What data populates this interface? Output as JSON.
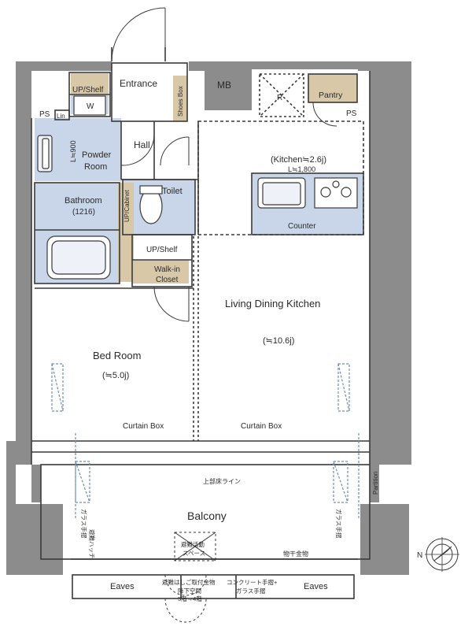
{
  "rooms": {
    "entrance": "Entrance",
    "mb": "MB",
    "pantry": "Pantry",
    "ps_left": "PS",
    "ps_right": "PS",
    "up_shelf_top": "UP/Shelf",
    "w": "W",
    "lin": "Lin",
    "shoes_box": "Shoes Box",
    "refrigerator": "R",
    "powder_room": "Powder",
    "powder_room_2": "Room",
    "powder_length": "L≒900",
    "hall": "Hall",
    "kitchen": "(Kitchen≒2.6j)",
    "kitchen_length": "L≒1,800",
    "toilet": "Toilet",
    "cabinet": "UP/Cabinet",
    "bathroom": "Bathroom",
    "bathroom_size": "(1216)",
    "counter": "Counter",
    "up_shelf_closet": "UP/Shelf",
    "walk_in": "Walk-in",
    "closet": "Closet",
    "ldk": "Living Dining Kitchen",
    "ldk_size": "(≒10.6j)",
    "bedroom": "Bed Room",
    "bedroom_size": "(≒5.0j)",
    "curtain_box_left": "Curtain Box",
    "curtain_box_right": "Curtain Box",
    "upper_floor_line": "上部床ライン",
    "partition": "Partition",
    "balcony": "Balcony",
    "glass_rail_left": "ガラス手摺",
    "glass_rail_right": "ガラス手摺",
    "evac_ladder": "避難ハッチ",
    "evac_hatch_1": "避難活動",
    "evac_hatch_2": "スペース",
    "drying_hardware": "物干金物",
    "eaves_left": "Eaves",
    "eaves_right": "Eaves",
    "hatch_note_1": "避難はしご取付金物",
    "hatch_note_2": "降下空間",
    "hatch_note_3": "5階→4階",
    "concrete_rail_1": "コンクリート手摺+",
    "concrete_rail_2": "ガラス手摺",
    "north": "N"
  },
  "colors": {
    "wall": "#8c8c8c",
    "wet_area": "#c9d6ea",
    "floor_tan": "#d8c8a8",
    "line": "#3a3a3a",
    "dashed": "#6e8fb8"
  }
}
